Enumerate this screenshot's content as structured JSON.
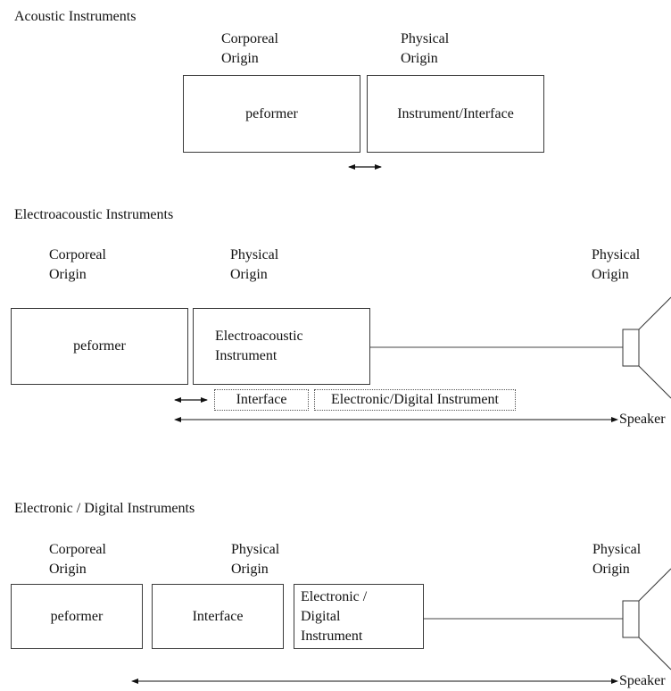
{
  "acoustic": {
    "title": "Acoustic Instruments",
    "corporeal_origin": "Corporeal\nOrigin",
    "physical_origin": "Physical\nOrigin",
    "performer": "peformer",
    "instrument": "Instrument/Interface"
  },
  "electroacoustic": {
    "title": "Electroacoustic Instruments",
    "corporeal_origin": "Corporeal\nOrigin",
    "physical_origin": "Physical\nOrigin",
    "physical_origin_speaker": "Physical\nOrigin",
    "performer": "peformer",
    "instrument": "Electroacoustic\nInstrument",
    "interface": "Interface",
    "electronic_instrument": "Electronic/Digital Instrument",
    "speaker": "Speaker"
  },
  "electronic": {
    "title": "Electronic / Digital Instruments",
    "corporeal_origin": "Corporeal\nOrigin",
    "physical_origin": "Physical\nOrigin",
    "physical_origin_speaker": "Physical\nOrigin",
    "performer": "peformer",
    "interface": "Interface",
    "instrument": "Electronic /\nDigital\nInstrument",
    "speaker": "Speaker"
  }
}
